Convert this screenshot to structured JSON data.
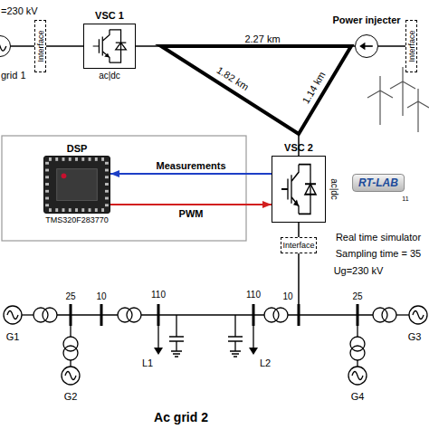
{
  "diagram": {
    "nodes": [
      {
        "text": [
          "=230 kV",
          "grid 1"
        ]
      },
      {
        "text": [
          "Interface"
        ]
      },
      {
        "text": [
          "VSC 1",
          "ac|dc"
        ]
      },
      {
        "text": [
          "Power injecter"
        ]
      },
      {
        "text": [
          "Interface"
        ]
      },
      {
        "text": [
          "DSP",
          "TMS320F283770"
        ]
      },
      {
        "text": [
          "VSC 2",
          "ac|dc"
        ]
      },
      {
        "text": [
          "Interface"
        ]
      }
    ],
    "edges": [
      {
        "from": 0,
        "to": 1,
        "arrow": "none"
      },
      {
        "from": 1,
        "to": 2,
        "arrow": "none"
      },
      {
        "from": 4,
        "to": 3,
        "arrow": "none"
      },
      {
        "from": 6,
        "to": 5,
        "label": "Measurements",
        "arrow": "to"
      },
      {
        "from": 5,
        "to": 6,
        "label": "PWM",
        "arrow": "to"
      },
      {
        "from": 6,
        "to": 7,
        "arrow": "none"
      }
    ],
    "labels": [
      "2.27 km",
      "1.82 km",
      "1.14 km",
      "RT-LAB",
      "11",
      "Real time simulator",
      "Sampling time = 35",
      "Ug=230 kV",
      "25",
      "10",
      "110",
      "110",
      "10",
      "25",
      "G1",
      "G3",
      "L1",
      "L2",
      "G2",
      "G4",
      "Ac grid 2"
    ]
  }
}
